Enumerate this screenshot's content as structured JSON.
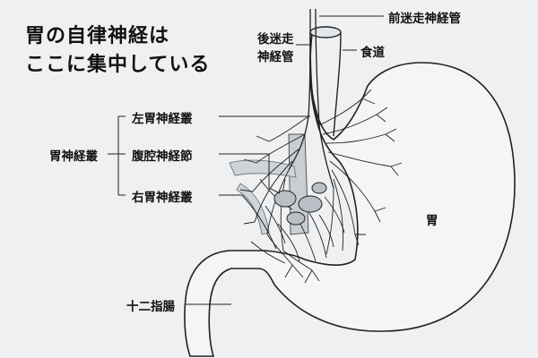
{
  "title": {
    "line1": "胃の自律神経は",
    "line2": "ここに集中している"
  },
  "labels": {
    "anterior_vagus": "前迷走神経管",
    "posterior_vagus_line1": "後迷走",
    "posterior_vagus_line2": "神経管",
    "esophagus": "食道",
    "left_gastric_plexus": "左胃神経叢",
    "celiac_ganglion": "腹腔神経節",
    "right_gastric_plexus": "右胃神経叢",
    "gastric_plexus": "胃神経叢",
    "stomach": "胃",
    "duodenum": "十二指腸"
  },
  "colors": {
    "ink": "#222222",
    "organ_fill": "#f3f5f7",
    "aorta_fill": "#c9ced3"
  }
}
